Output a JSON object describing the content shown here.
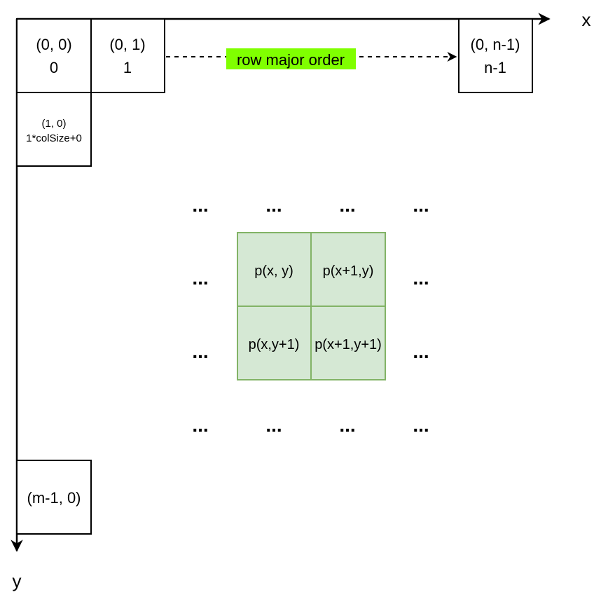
{
  "axes": {
    "x_label": "x",
    "y_label": "y"
  },
  "cells": {
    "c00": {
      "coord": "(0, 0)",
      "index": "0"
    },
    "c01": {
      "coord": "(0, 1)",
      "index": "1"
    },
    "c0n": {
      "coord": "(0, n-1)",
      "index": "n-1"
    },
    "c10": {
      "coord": "(1, 0)",
      "index": "1*colSize+0"
    },
    "cm0": {
      "coord": "(m-1, 0)"
    }
  },
  "row_order_label": "row major order",
  "ellipsis": "...",
  "neighborhood": {
    "p00": "p(x, y)",
    "p10": "p(x+1,y)",
    "p01": "p(x,y+1)",
    "p11": "p(x+1,y+1)"
  },
  "colors": {
    "highlight": "#80ff00",
    "grid_fill": "#d5e8d4",
    "grid_stroke": "#82b366",
    "line": "#000000"
  }
}
